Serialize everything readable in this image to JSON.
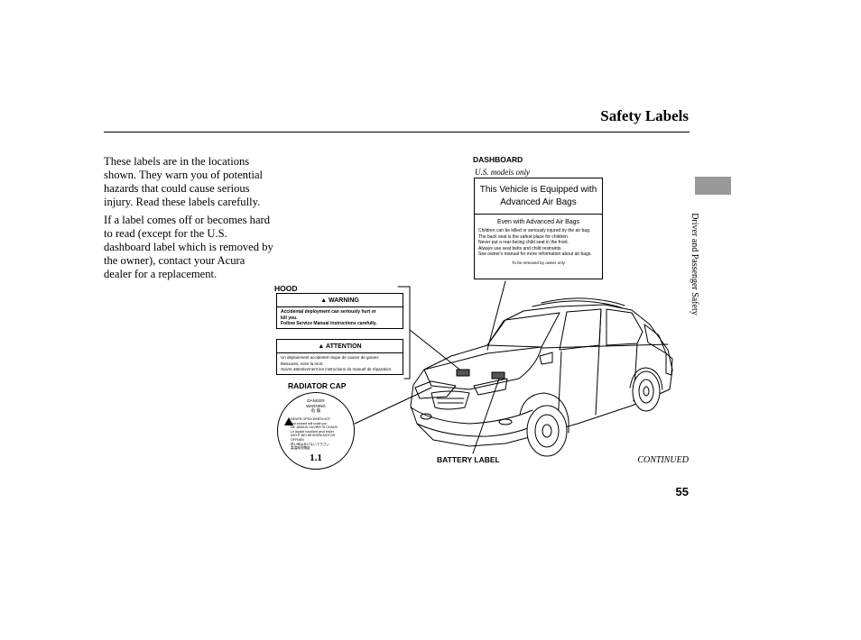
{
  "header": {
    "title": "Safety Labels"
  },
  "intro": {
    "p1": [
      "These labels are in the locations",
      "shown. They warn you of potential",
      "hazards that could cause serious",
      "injury. Read these labels carefully."
    ],
    "p2": [
      "If a label comes off or becomes hard",
      "to read (except for the U.S.",
      "dashboard label which is removed by",
      "the owner), contact your Acura",
      "dealer for a replacement."
    ]
  },
  "side_tab": {
    "text": "Driver and Passenger Safety",
    "color": "#999999"
  },
  "dashboard": {
    "caption": "DASHBOARD",
    "subcaption": "U.S. models only",
    "head_line1": "This Vehicle is Equipped with",
    "head_line2": "Advanced Air Bags",
    "sub_head": "Even with Advanced Air Bags",
    "lines": [
      "Children can be killed or seriously injured by the air bag.",
      "The back seat is the safest place for children.",
      "Never put a rear-facing child seat in the front.",
      "Always use seat belts and child restraints.",
      "See owner's manual for more information about air bags."
    ],
    "footnote": "To be removed by owner only"
  },
  "hood": {
    "caption": "HOOD",
    "warning_title": "WARNING",
    "warning_lines": [
      "Accidental deployment can seriously hurt or",
      "kill you.",
      "Follow Service Manual instructions carefully."
    ],
    "attention_title": "ATTENTION",
    "attention_lines": [
      "Un déploiement accidentel risque de causer de graves",
      "blessures, voire la mort.",
      "Suivre attentivement les instructions du manuel de réparation."
    ]
  },
  "radiator": {
    "caption": "RADIATOR CAP",
    "lines": [
      "DANGER",
      "WARNING",
      "危 険",
      "NEVER OPEN WHEN HOT",
      "Hot coolant will scald you",
      "NE JAMAIS OUVRIR SI CHAUD",
      "Le liquide bouillant peut brûler",
      "NICHT BEI HEISSEM MOTOR ÖFFNEN",
      "熱い時はあけないで下さい",
      "高温時勿開啟"
    ],
    "rating": "1.1"
  },
  "battery": {
    "caption": "BATTERY LABEL"
  },
  "footer": {
    "continued": "CONTINUED",
    "page_number": "55"
  }
}
